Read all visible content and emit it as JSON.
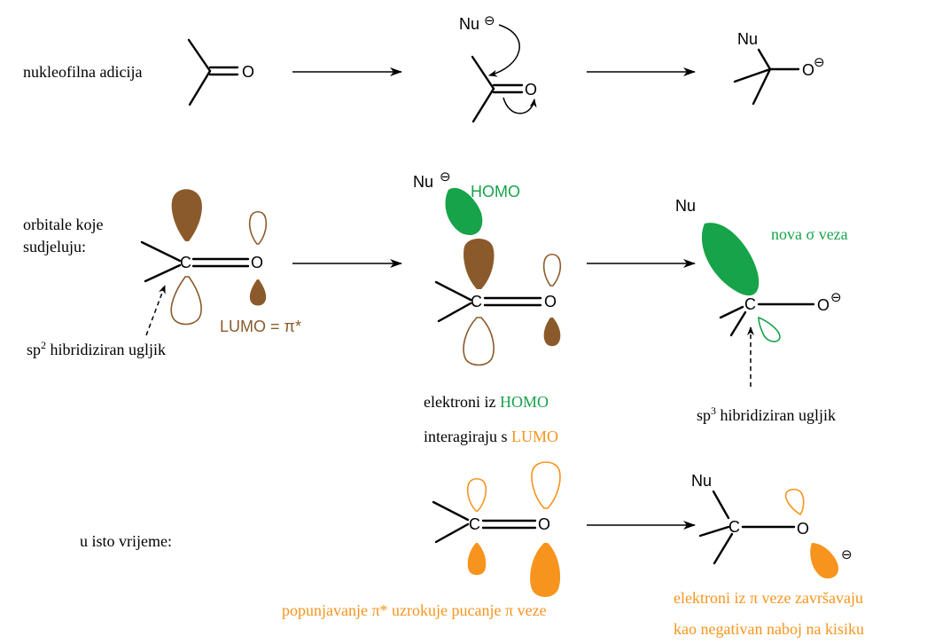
{
  "colors": {
    "brown": "#8b5a2b",
    "green": "#17a34a",
    "orange": "#f7941d",
    "black": "#000000"
  },
  "labels": {
    "nucleophilic_addition": "nukleofilna adicija",
    "orbitals_line1": "orbitale koje",
    "orbitals_line2": "sudjeluju:",
    "sp2_prefix": "sp",
    "sp2_sup": "2",
    "sp2_suffix": " hibridiziran ugljik",
    "lumo": "LUMO = π*",
    "homo": "HOMO",
    "new_sigma": "nova σ veza",
    "electrons_homo_a": "elektroni iz ",
    "electrons_homo_b": "HOMO",
    "interact_a": "interagiraju s ",
    "interact_b": "LUMO",
    "sp3_prefix": "sp",
    "sp3_sup": "3",
    "sp3_suffix": " hibridiziran ugljik",
    "same_time": "u isto vrijeme:",
    "filling_pi": "popunjavanje π* uzrokuje pucanje π veze",
    "electrons_pi_line1": "elektroni iz π veze završavaju",
    "electrons_pi_line2": "kao negativan naboj na kisiku"
  },
  "atoms": {
    "oxygen": "O",
    "carbon": "C",
    "nucleophile": "Nu",
    "charge_minus": "⊖"
  }
}
